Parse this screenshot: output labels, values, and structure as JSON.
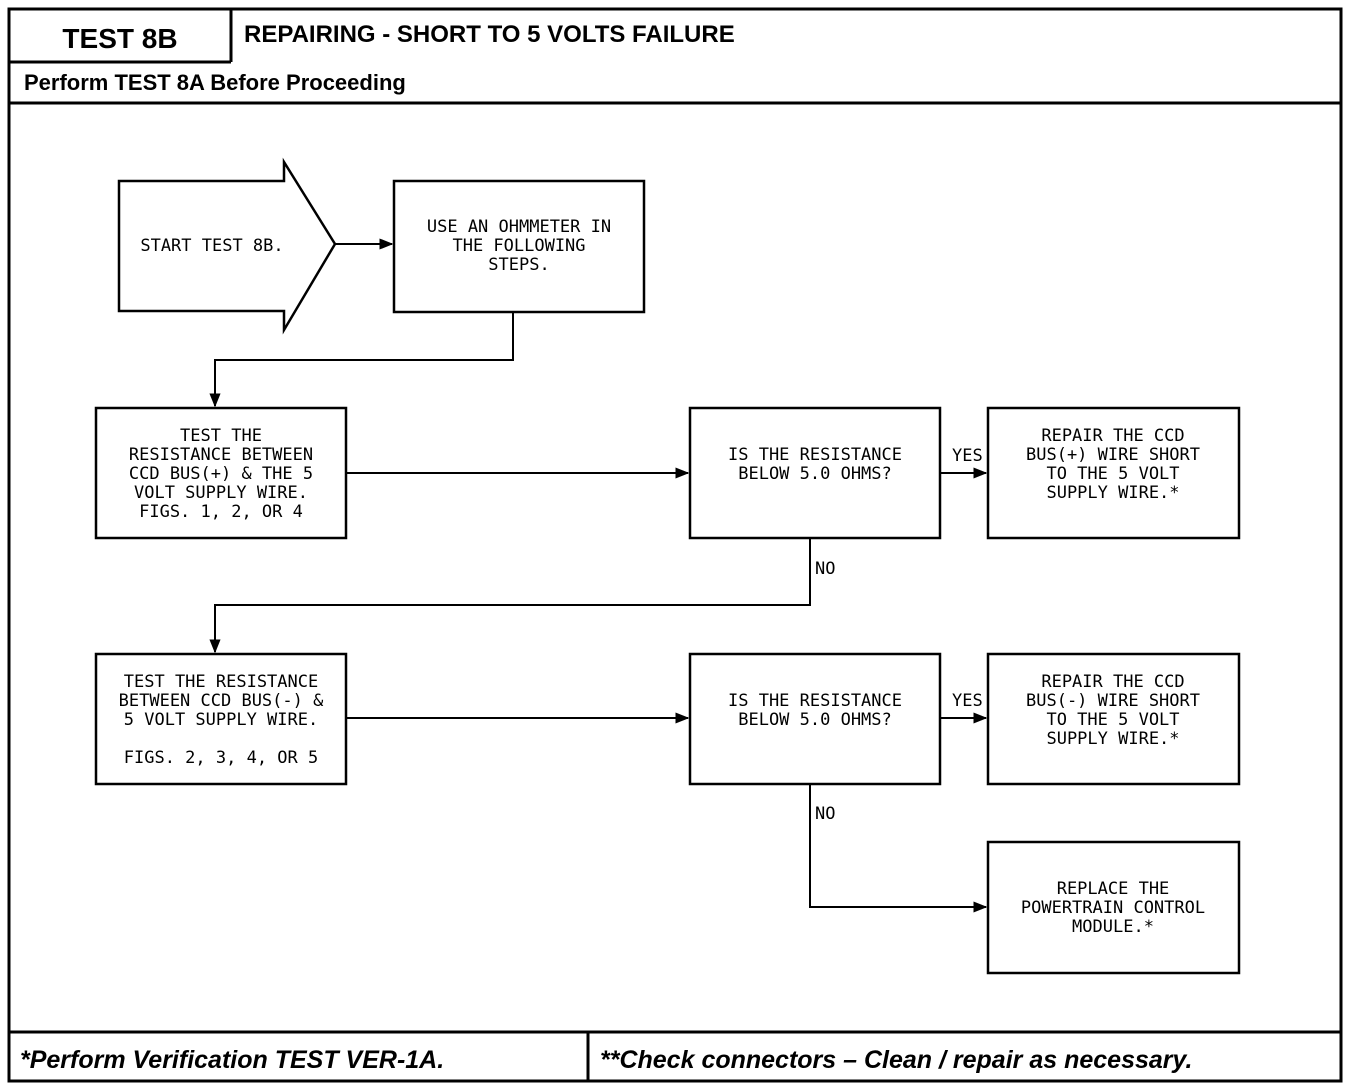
{
  "header": {
    "test_id": "TEST 8B",
    "title": "REPAIRING - SHORT TO 5 VOLTS FAILURE",
    "precondition": "Perform TEST 8A Before Proceeding"
  },
  "footer": {
    "left_note": "*Perform Verification TEST VER-1A.",
    "right_note": "**Check connectors – Clean / repair as necessary."
  },
  "flow": {
    "start": [
      "START TEST 8B."
    ],
    "step_ohmmeter": [
      "USE AN OHMMETER IN",
      "THE FOLLOWING",
      "STEPS."
    ],
    "step_test_plus": [
      "TEST THE",
      "RESISTANCE BETWEEN",
      "CCD BUS(+) & THE 5",
      "VOLT SUPPLY WIRE.",
      "FIGS. 1, 2, OR 4"
    ],
    "decision_1": [
      "IS THE RESISTANCE",
      "BELOW 5.0 OHMS?"
    ],
    "repair_plus": [
      "REPAIR THE CCD",
      "BUS(+) WIRE SHORT",
      "TO THE 5 VOLT",
      "SUPPLY WIRE.*"
    ],
    "step_test_minus": [
      "TEST THE RESISTANCE",
      "BETWEEN CCD BUS(-) &",
      "5 VOLT SUPPLY WIRE.",
      "",
      "FIGS. 2, 3, 4, OR 5"
    ],
    "decision_2": [
      "IS THE RESISTANCE",
      "BELOW 5.0 OHMS?"
    ],
    "repair_minus": [
      "REPAIR THE CCD",
      "BUS(-) WIRE SHORT",
      "TO THE 5 VOLT",
      "SUPPLY WIRE.*"
    ],
    "replace_pcm": [
      "REPLACE THE",
      "POWERTRAIN CONTROL",
      "MODULE.*"
    ],
    "yes_label": "YES",
    "no_label": "NO"
  }
}
